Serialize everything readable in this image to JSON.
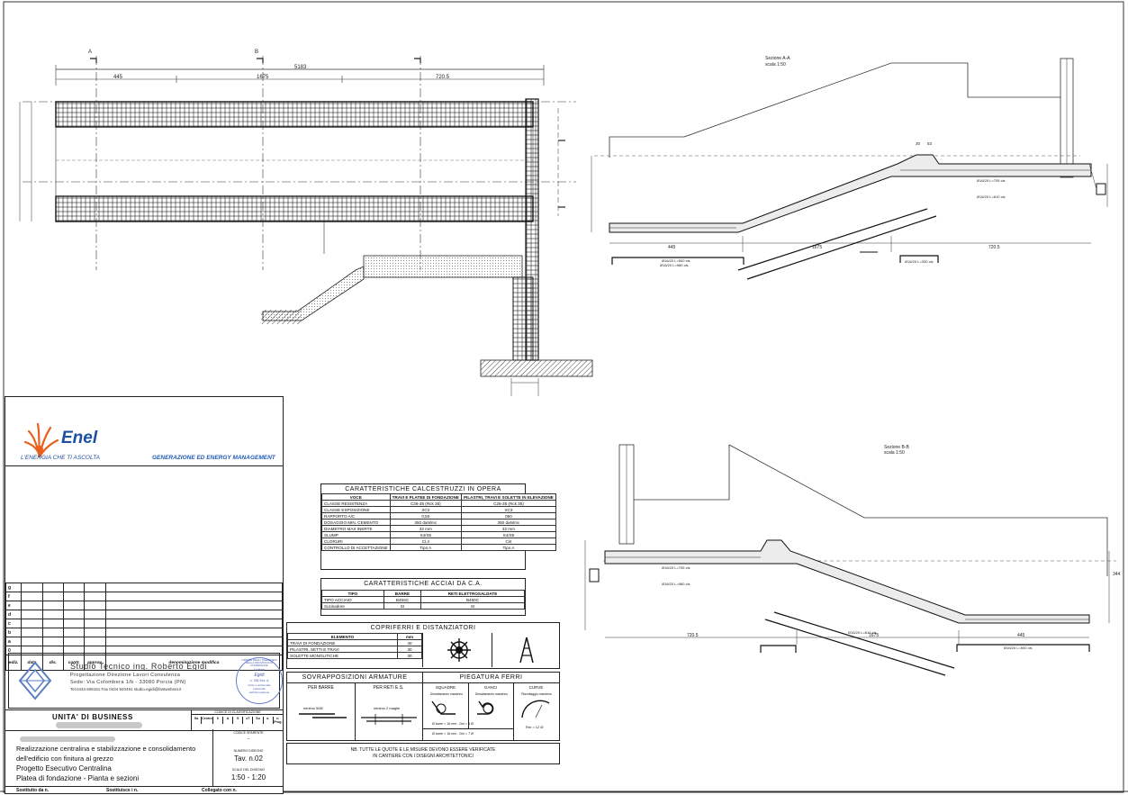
{
  "drawing": {
    "plan": {
      "dims": [
        "5183",
        "445",
        "1675",
        "720.5"
      ],
      "section_marks": [
        "A",
        "B"
      ]
    },
    "section_a": {
      "title": "Sezione A-A",
      "scale": "scala 1:50",
      "dims": [
        "445",
        "1675",
        "720.5",
        "30",
        "53"
      ],
      "bars": [
        "Ø16/20 L=500 cls",
        "Ø16/20 L=980 cls",
        "Ø16/20 L=705 cls",
        "Ø16/20 L=810 cls",
        "Ø16/20 L=330 cls"
      ]
    },
    "section_b": {
      "title": "Sezione B-B",
      "scale": "scala 1:50",
      "dims": [
        "720.5",
        "1675",
        "445",
        "344"
      ],
      "bars": [
        "Ø16/20 L=705 cls",
        "Ø16/20 L=980 cls",
        "Ø16/20 L=500 cls",
        "Ø16/20 L=810 cls"
      ]
    }
  },
  "titleblock": {
    "company": "Enel",
    "slogan": "L'ENERGIA CHE TI ASCOLTA",
    "division": "GENERAZIONE ED ENERGY MANAGEMENT",
    "rev_rows": [
      "g",
      "f",
      "e",
      "d",
      "c",
      "b",
      "a",
      "0"
    ],
    "rev_headers": [
      "ediz.",
      "data",
      "dis.",
      "contr.",
      "approv.",
      "denominazione modifica"
    ],
    "studio": {
      "name": "Studio Tecnico ing. Roberto Egidi",
      "services": "Progettazione   Direzione Lavori   Consulenza",
      "address": "Sede: Via Colombera 1/b - 33080 Porcia (PN)",
      "contacts": "Tel.0434 605151   Fax 0434 920491   studio.egidi@fastwebnet.it",
      "stamp_lines": [
        "Dottore",
        "Egidi",
        "n. 768 Sez. A",
        "Civile e ambientale",
        "Industriale",
        "dell'informazione"
      ],
      "stamp_ring": "ORDINE DEGLI INGEGNERI DELLA PROVINCIA DI PORDENONE"
    },
    "business_unit": "UNITA' DI BUSINESS",
    "code_label": "CODICE DI CLASSIFICAZIONE",
    "code_cols": [
      "Sa",
      "Centro",
      "0",
      "A",
      "S",
      "sT",
      "Su",
      "o.",
      "n. Prog."
    ],
    "desc_lines": [
      "Realizzazione centralina e stabilizzazione e consolidamento",
      "dell'edificio con finitura al grezzo",
      "Progetto Esecutivo Centralina",
      "Platea di fondazione - Pianta e sezioni"
    ],
    "sheet_code_label": "CODICE SPARENTE",
    "sheet_code_value": "-",
    "drawing_no_label": "NUMERO DISEGNO",
    "drawing_no": "Tav. n.02",
    "scale_label": "SCALE DEL DISEGNO",
    "scale": "1:50 - 1:20",
    "footer": [
      "Sostituito da n.",
      "Sostituisce i n.",
      "Collegato con n."
    ]
  },
  "calcestruzzi": {
    "title": "CARATTERISTICHE CALCESTRUZZI IN OPERA",
    "headers": [
      "VOCE",
      "TRAVI E PLATEE DI FONDAZIONE",
      "PILASTRI, TRAVI E SOLETTE IN ELEVAZIONE"
    ],
    "rows": [
      [
        "CLASSE RESISTENZA",
        "C28-35 (Rck 35)",
        "C28-35 (Rck 35)"
      ],
      [
        "CLASSE ESPOSIZIONE",
        "XC2",
        "XC3"
      ],
      [
        "RAPPORTO A/C",
        "0,50",
        "050"
      ],
      [
        "DOSAGGIO MIN. CEMENTO",
        "350 daN/mc",
        "350 daN/mc"
      ],
      [
        "DIAMETRO MAX INERTE",
        "32 mm",
        "32 mm"
      ],
      [
        "SLUMP",
        "S4/S5",
        "S4/S5"
      ],
      [
        "CLORURI",
        "Cl,4",
        "Cl4"
      ],
      [
        "CONTROLLO DI ACCETTAZIONE",
        "Tipo A",
        "Tipo A"
      ]
    ]
  },
  "acciai": {
    "title": "CARATTERISTICHE ACCIAI DA C.A.",
    "headers": [
      "TIPO",
      "BARRE",
      "RETI ELETTROSALDATE"
    ],
    "rows": [
      [
        "TIPO ACCIAIO",
        "B450C",
        "B450C"
      ],
      [
        "Sucisadore",
        "SI",
        "SI"
      ]
    ]
  },
  "copriferri": {
    "title": "COPRIFERRI E DISTANZIATORI",
    "headers": [
      "ELEMENTO",
      "mm"
    ],
    "rows": [
      [
        "TRAVI DI FONDAZIONE",
        "40"
      ],
      [
        "PILASTRI, SETTI E TRAVI",
        "30"
      ],
      [
        "SOLETTE MONOLITICHE",
        "30"
      ]
    ]
  },
  "sovrapposizioni": {
    "title": "SOVRAPPOSIZIONI ARMATURE",
    "cols": [
      "PER BARRE",
      "PER RETI E.S."
    ],
    "bar_note": "minimo 50Ø",
    "net_note": "minimo 2 maglie"
  },
  "piegatura": {
    "title": "PIEGATURA FERRI",
    "cols": [
      "SQUADRE",
      "GANCI",
      "CURVE"
    ],
    "notes": [
      "Dimattamento mandrino",
      "Dimattamento mandrino",
      "Risvoltaggio mandrino"
    ],
    "formula1": "Ø barre < 16 mm - Dm = 4 Ø",
    "formula2": "Ø barre > 16 mm - Dm = 7 Ø",
    "formula3": "Rm = 12 Ø"
  },
  "note": {
    "line1": "NB. TUTTE LE QUOTE E LE MISURE DEVONO ESSERE VERIFICATE",
    "line2": "IN CANTIERE CON I DISEGNI ARCHITETTONICI"
  },
  "colors": {
    "enel_orange": "#e8601c",
    "enel_blue": "#1b4fa0",
    "division_blue": "#1f5bb5",
    "hatch": "#444444"
  }
}
